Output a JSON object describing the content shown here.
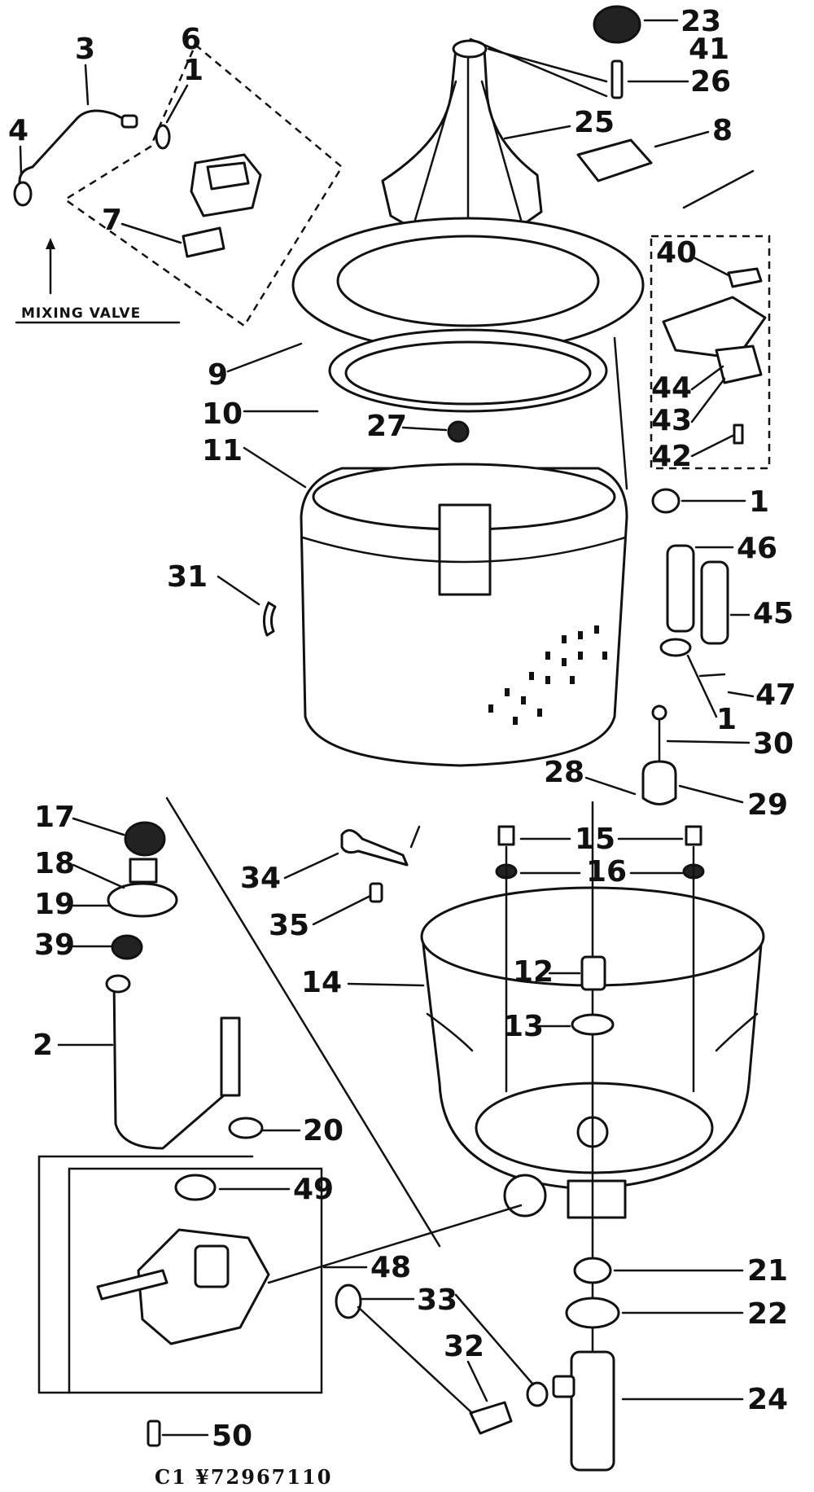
{
  "callouts": {
    "c1": "1",
    "c2": "2",
    "c3": "3",
    "c4": "4",
    "c6": "6",
    "c7": "7",
    "c8": "8",
    "c9": "9",
    "c10": "10",
    "c11": "11",
    "c12": "12",
    "c13": "13",
    "c14": "14",
    "c15": "15",
    "c16": "16",
    "c17": "17",
    "c18": "18",
    "c19": "19",
    "c20": "20",
    "c21": "21",
    "c22": "22",
    "c23": "23",
    "c24": "24",
    "c25": "25",
    "c26": "26",
    "c27": "27",
    "c28": "28",
    "c29": "29",
    "c30": "30",
    "c31": "31",
    "c32": "32",
    "c33": "33",
    "c34": "34",
    "c35": "35",
    "c39": "39",
    "c40": "40",
    "c41": "41",
    "c42": "42",
    "c43": "43",
    "c44": "44",
    "c45": "45",
    "c46": "46",
    "c47": "47",
    "c48": "48",
    "c49": "49",
    "c50": "50"
  },
  "mixing_valve_label": "MIXING VALVE",
  "catalog_code": "C1 ¥72967110"
}
